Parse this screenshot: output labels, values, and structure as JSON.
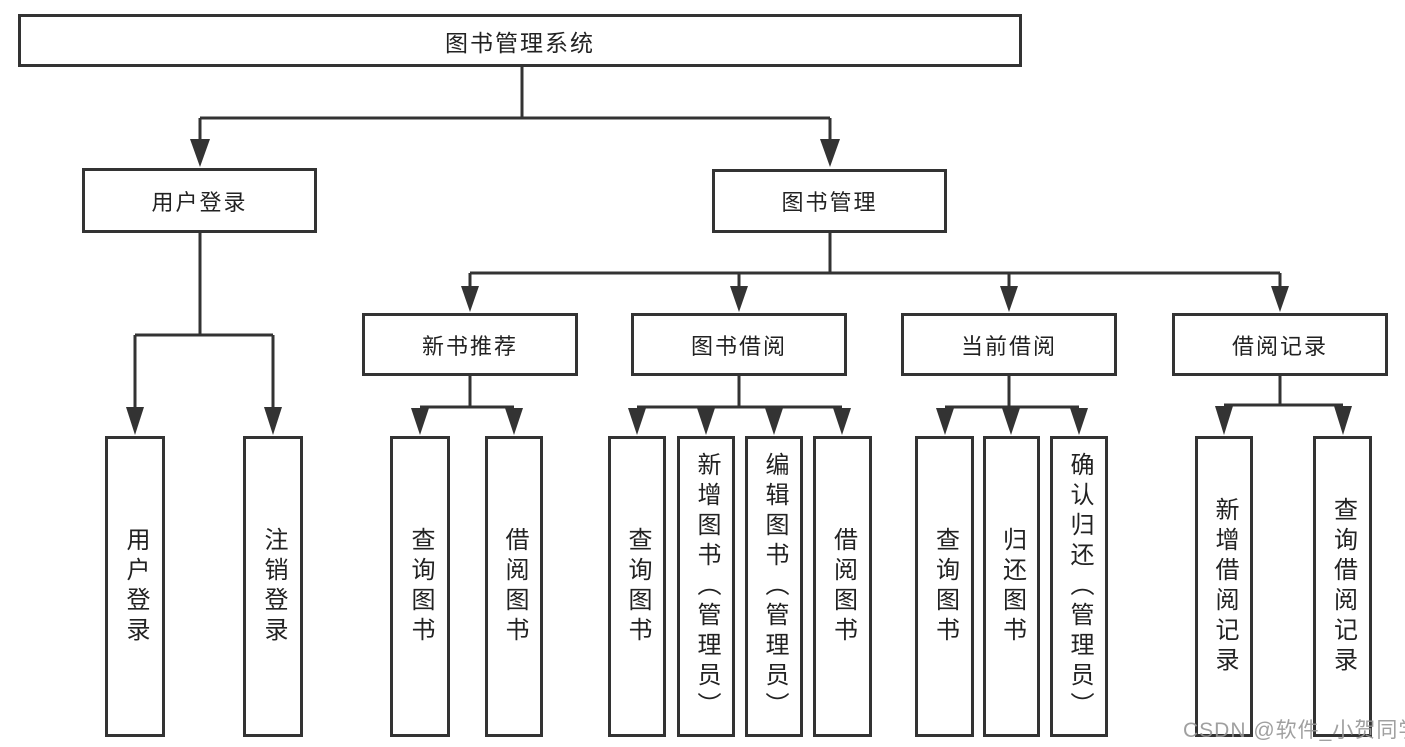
{
  "diagram": {
    "type": "hierarchy-tree",
    "root": {
      "label": "图书管理系统",
      "children": [
        {
          "label": "用户登录",
          "children": [
            {
              "label": "用户登录"
            },
            {
              "label": "注销登录"
            }
          ]
        },
        {
          "label": "图书管理",
          "children": [
            {
              "label": "新书推荐",
              "children": [
                {
                  "label": "查询图书"
                },
                {
                  "label": "借阅图书"
                }
              ]
            },
            {
              "label": "图书借阅",
              "children": [
                {
                  "label": "查询图书"
                },
                {
                  "label": "新增图书（管理员）"
                },
                {
                  "label": "编辑图书（管理员）"
                },
                {
                  "label": "借阅图书"
                }
              ]
            },
            {
              "label": "当前借阅",
              "children": [
                {
                  "label": "查询图书"
                },
                {
                  "label": "归还图书"
                },
                {
                  "label": "确认归还（管理员）"
                }
              ]
            },
            {
              "label": "借阅记录",
              "children": [
                {
                  "label": "新增借阅记录"
                },
                {
                  "label": "查询借阅记录"
                }
              ]
            }
          ]
        }
      ]
    },
    "colors": {
      "line": "#333333",
      "box_border": "#333333",
      "text": "#222222",
      "watermark": "#969696"
    }
  },
  "watermark": "CSDN @软件_小贺同学"
}
